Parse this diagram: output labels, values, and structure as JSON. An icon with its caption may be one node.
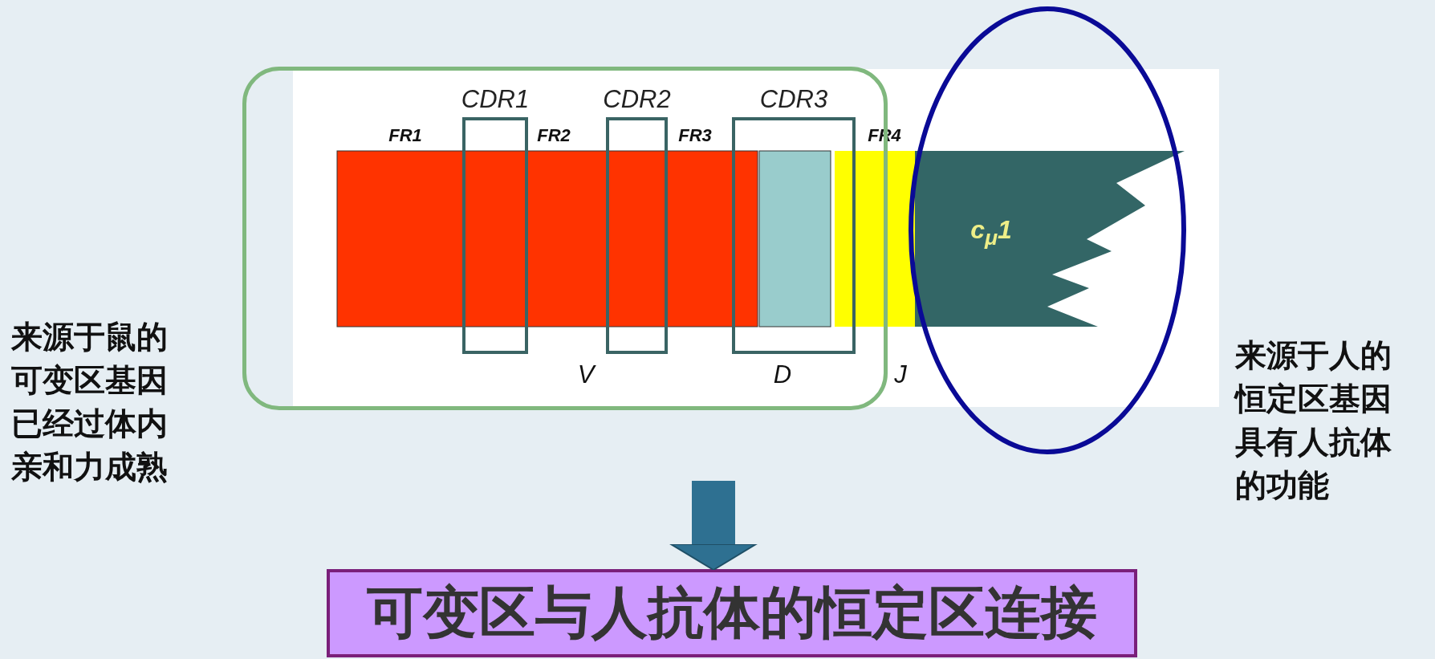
{
  "diagram": {
    "nodes": [
      {
        "text": [],
        "shape": "box",
        "beside": [
          "来源于鼠的可变区基因已经过体内亲和力成熟"
        ]
      },
      {
        "text": [],
        "shape": "circle",
        "beside": [
          "来源于人的恒定区基因具有人抗体的功能"
        ]
      },
      {
        "text": [
          "CDR1"
        ],
        "in": 0
      },
      {
        "text": [
          "CDR2"
        ],
        "in": 0
      },
      {
        "text": [
          "CDR3"
        ],
        "in": 0
      },
      {
        "text": [
          "c$_{μ}$1"
        ],
        "in": 1
      },
      {
        "text": [
          "可变区与人抗体的恒定区连接"
        ]
      }
    ],
    "edges": [
      {
        "from": null,
        "to": 6,
        "arrow": "to"
      }
    ],
    "labels": [
      "FR1",
      "FR2",
      "FR3",
      "FR4",
      "V",
      "D",
      "J"
    ]
  }
}
